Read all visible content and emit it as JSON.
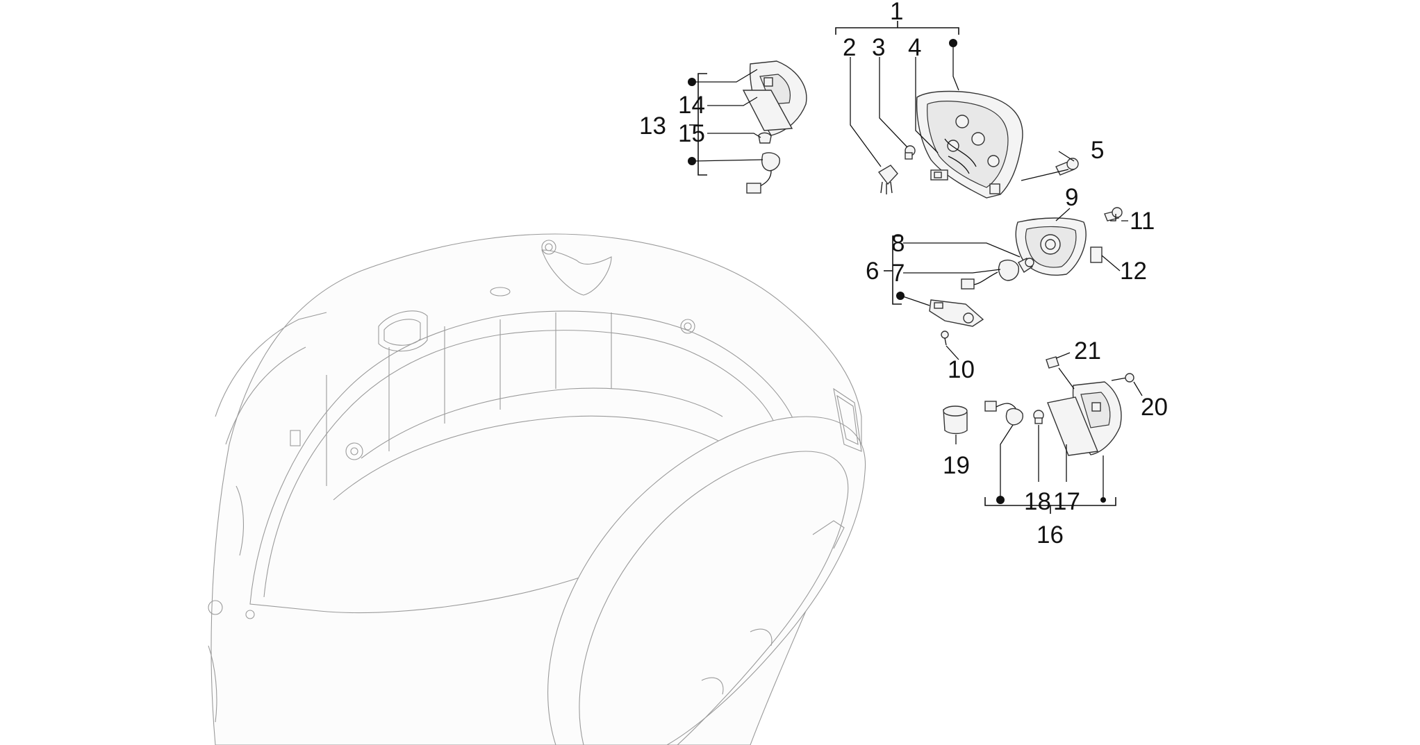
{
  "diagram": {
    "labels": {
      "1": "1",
      "2": "2",
      "3": "3",
      "4": "4",
      "5": "5",
      "6": "6",
      "7": "7",
      "8": "8",
      "9": "9",
      "10": "10",
      "11": "11",
      "12": "12",
      "13": "13",
      "14": "14",
      "15": "15",
      "16": "16",
      "17": "17",
      "18": "18",
      "19": "19",
      "20": "20",
      "21": "21"
    }
  }
}
